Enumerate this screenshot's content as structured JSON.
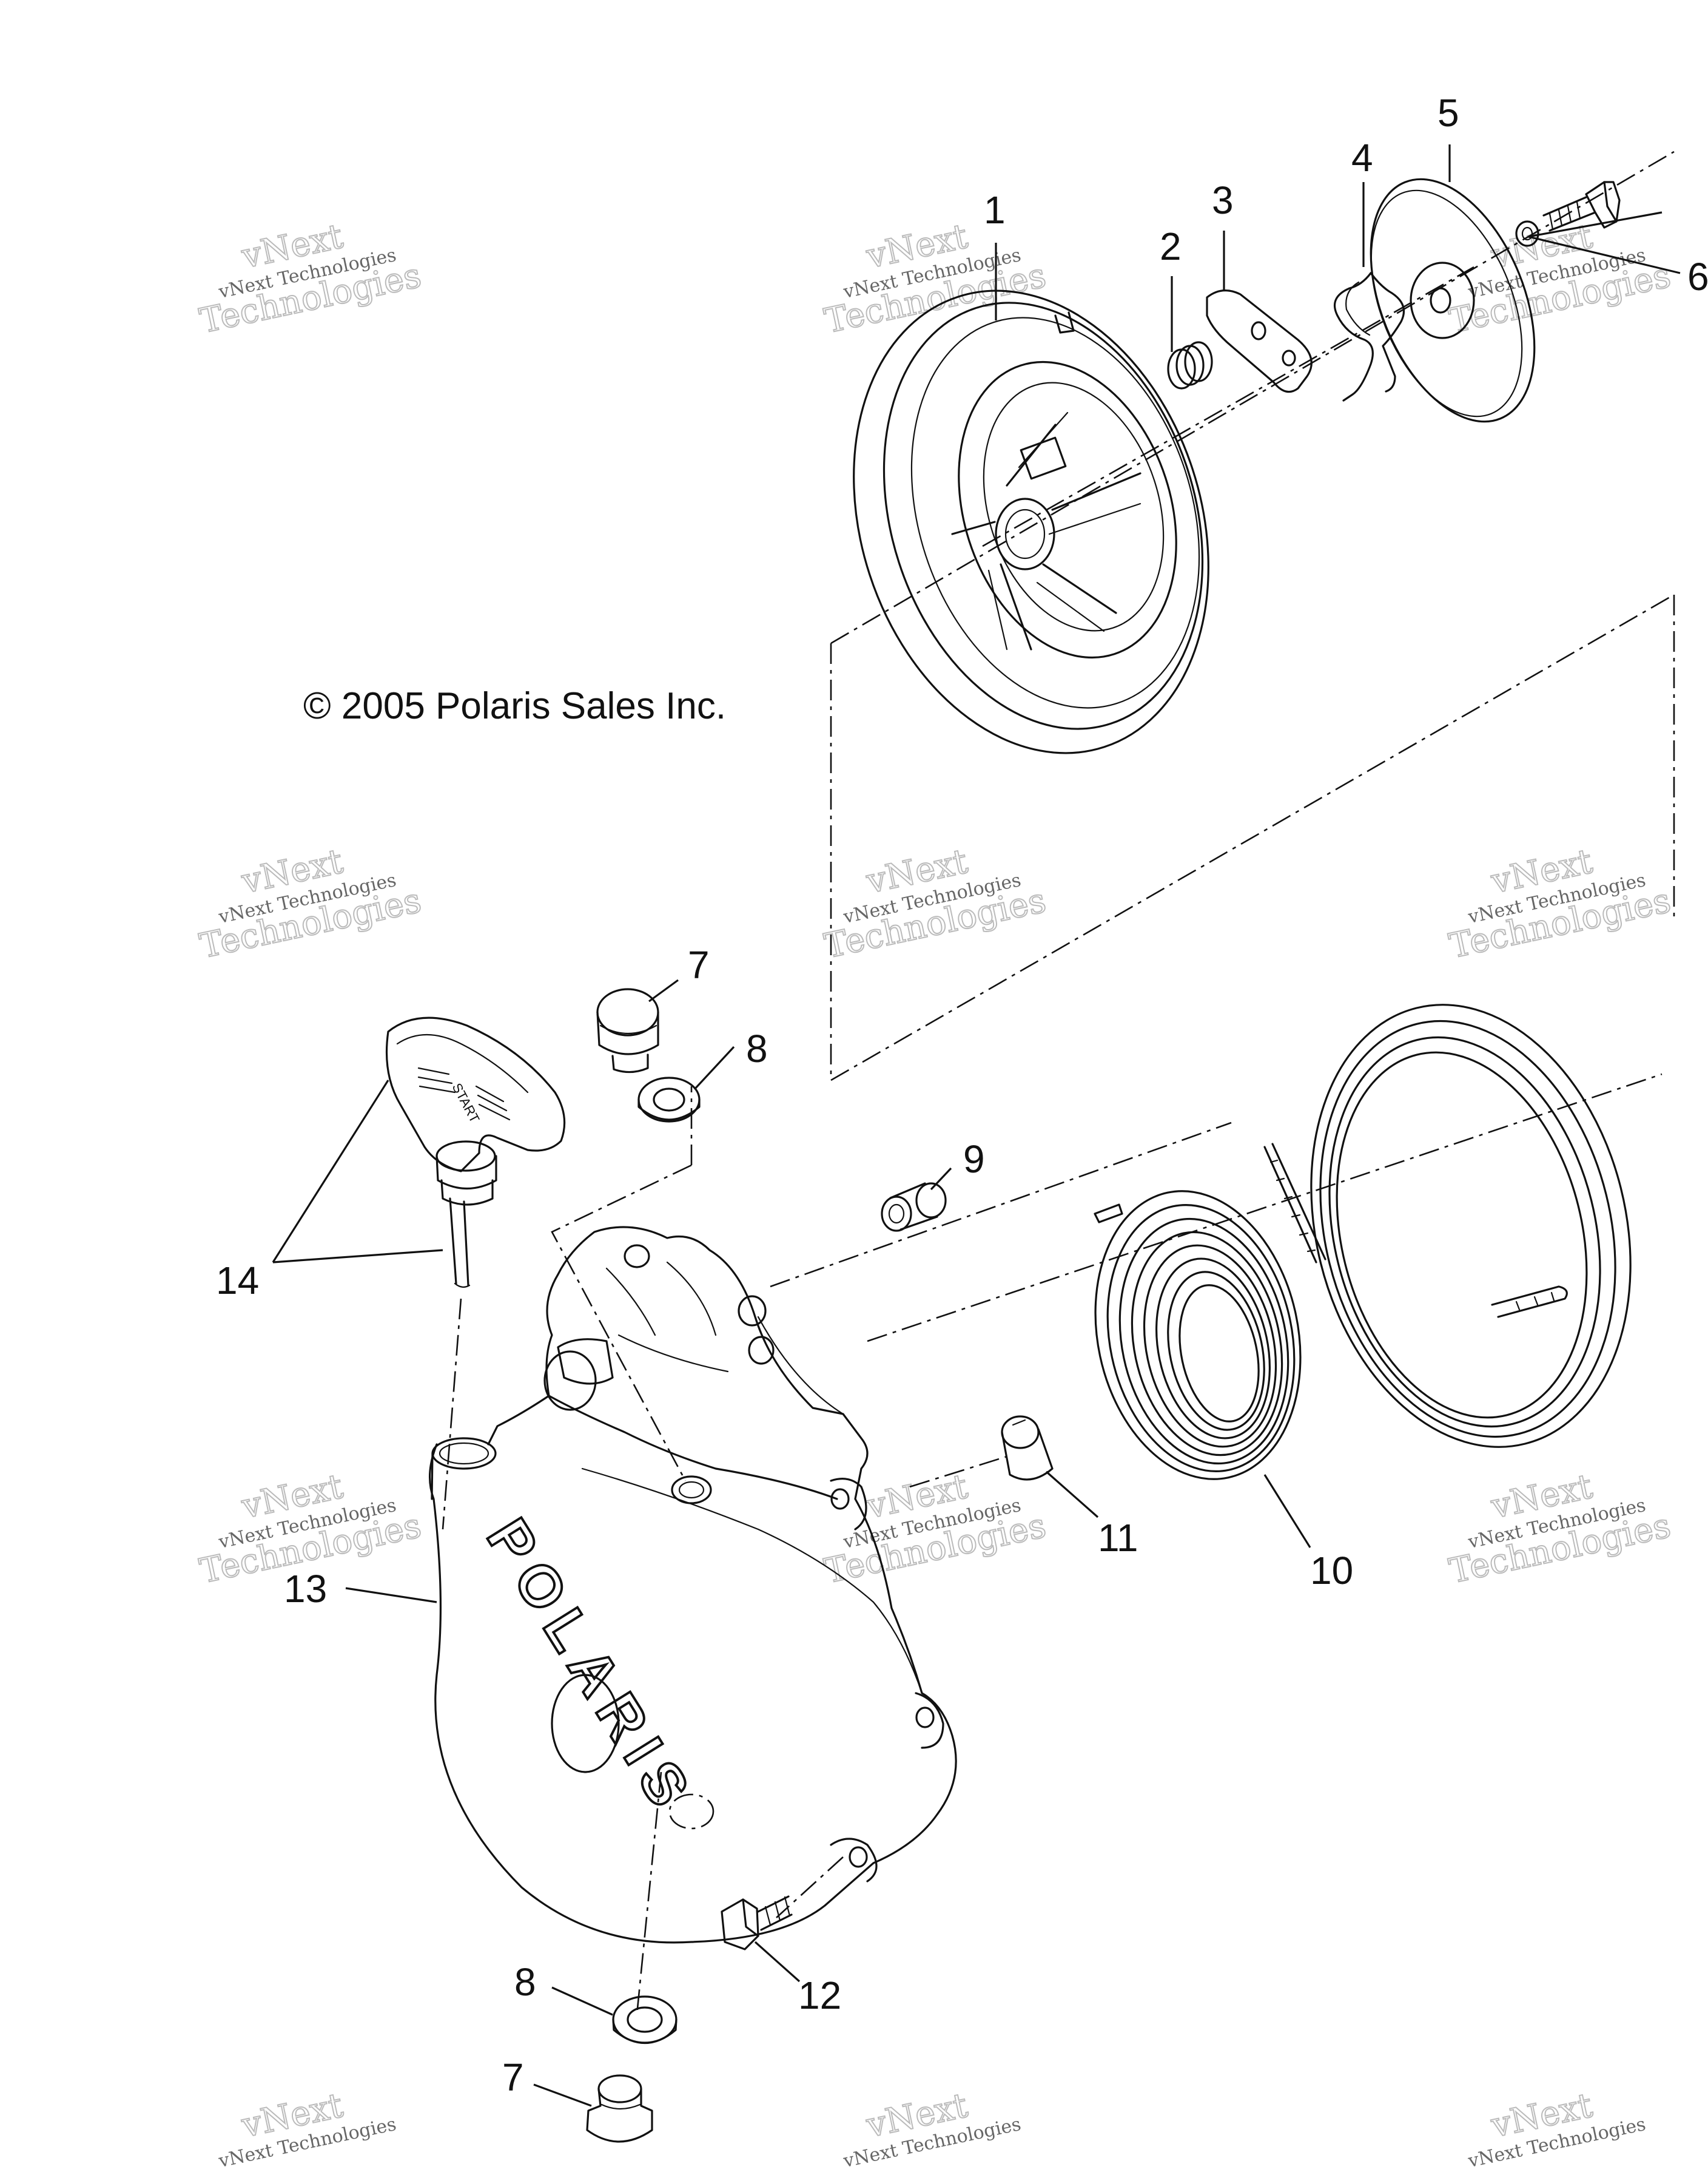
{
  "copyright": "© 2005 Polaris Sales Inc.",
  "watermark": {
    "line1": "vNext Technologies",
    "line2": "vNext",
    "line3": "Technologies"
  },
  "embossed_logo": "POLARIS",
  "handle_text": "START",
  "callouts": {
    "c1": "1",
    "c2": "2",
    "c3": "3",
    "c4": "4",
    "c5": "5",
    "c6": "6",
    "c7_top": "7",
    "c8_top": "8",
    "c9": "9",
    "c10": "10",
    "c11": "11",
    "c12": "12",
    "c13": "13",
    "c14": "14",
    "c8_bottom": "8",
    "c7_bottom": "7"
  }
}
